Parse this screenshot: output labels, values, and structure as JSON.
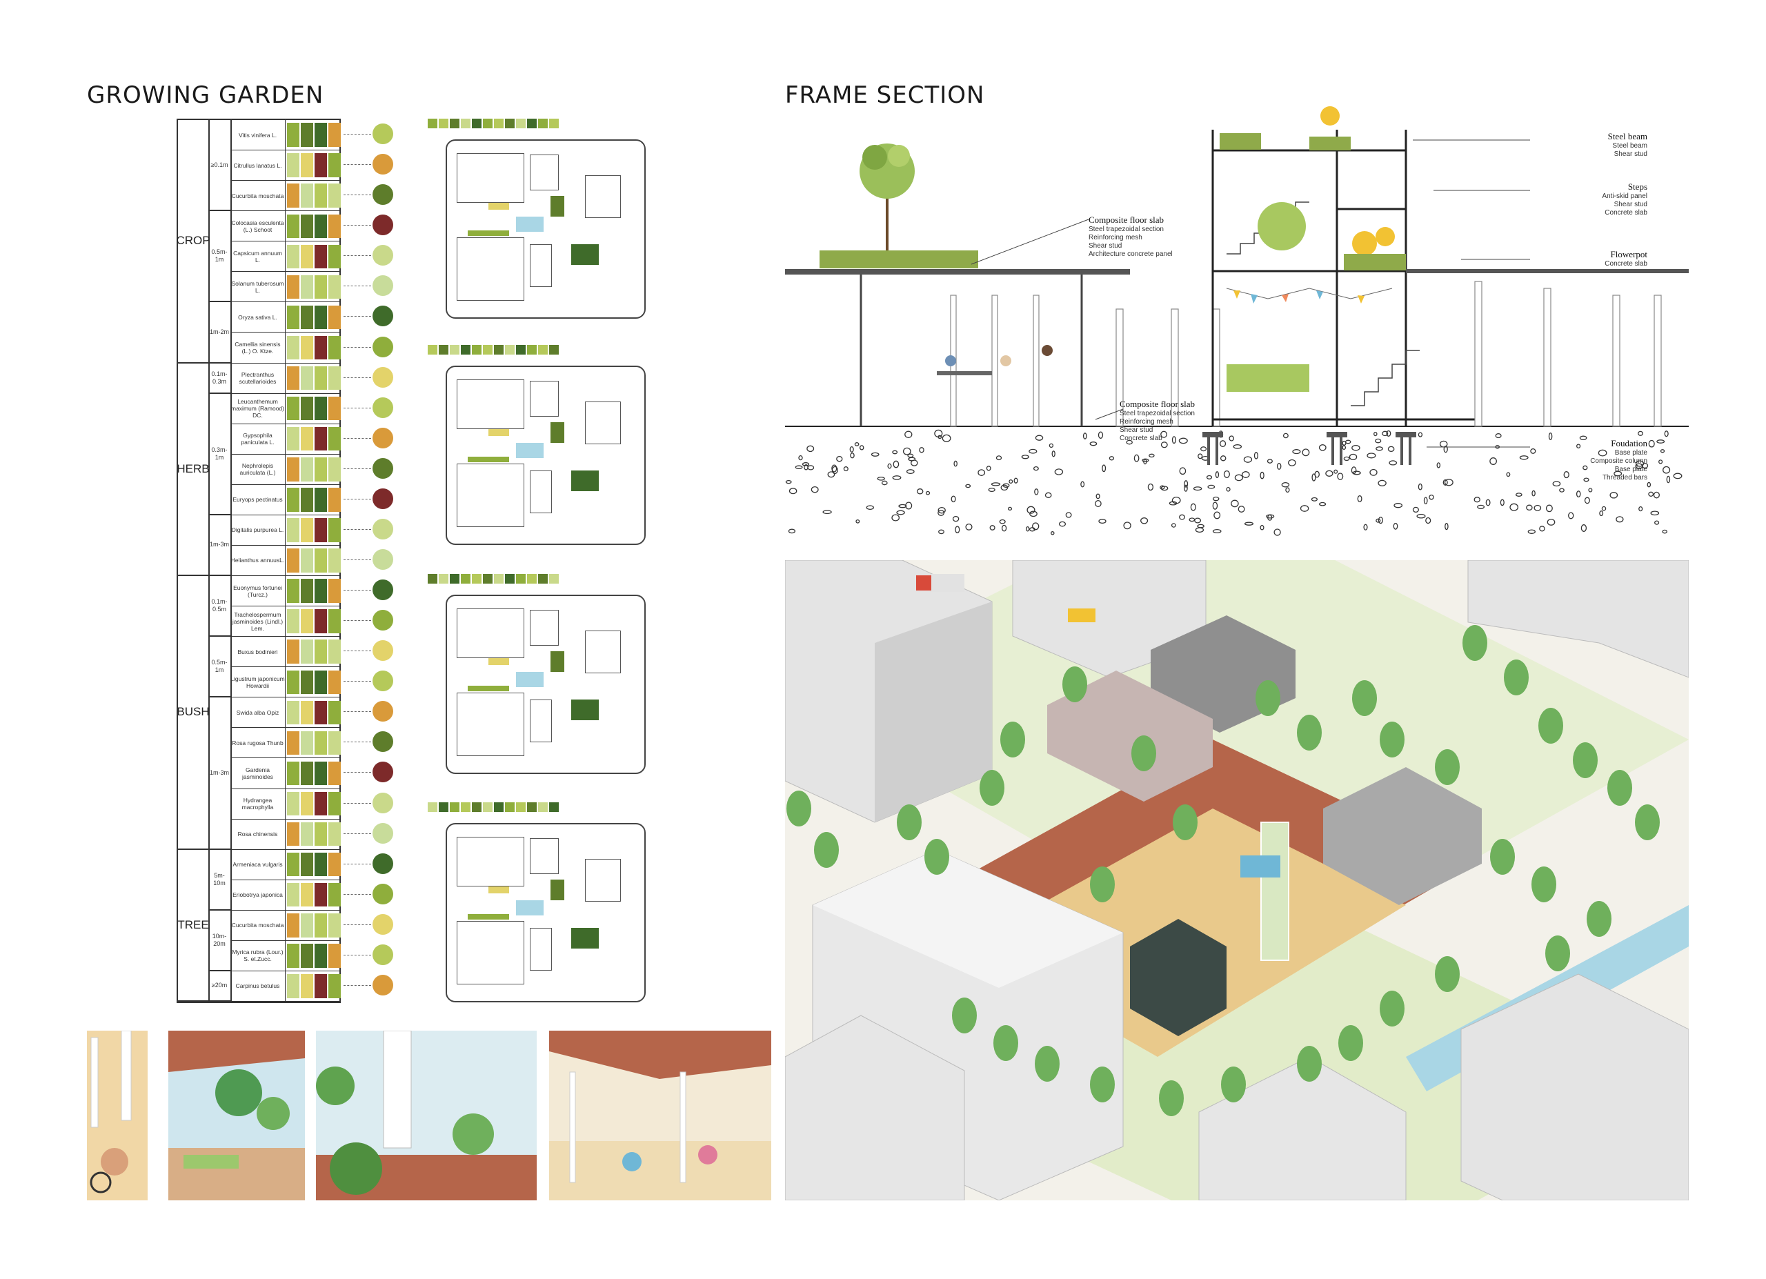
{
  "left_title": "GROWING GARDEN",
  "right_title": "FRAME SECTION",
  "plant_table": {
    "categories": [
      {
        "name": "CROP",
        "subgroups": [
          {
            "height": "≥0.1m",
            "plants": [
              "Vitis vinifera L.",
              "Citrullus lanatus L.",
              "Cucurbita moschata"
            ]
          },
          {
            "height": "0.5m-1m",
            "plants": [
              "Colocasia esculenta (L.) Schoot",
              "Capsicum annuum L.",
              "Solanum tuberosum L."
            ]
          },
          {
            "height": "1m-2m",
            "plants": [
              "Oryza sativa L.",
              "Camellia sinensis (L.) O. Ktze."
            ]
          }
        ]
      },
      {
        "name": "HERB",
        "subgroups": [
          {
            "height": "0.1m-0.3m",
            "plants": [
              "Plectranthus scutellarioides"
            ]
          },
          {
            "height": "0.3m-1m",
            "plants": [
              "Leucanthemum maximum (Ramood) DC.",
              "Gypsophila paniculata L.",
              "Nephrolepis auriculata (L.)",
              "Euryops pectinatus"
            ]
          },
          {
            "height": "1m-3m",
            "plants": [
              "Digitalis purpurea L.",
              "Helianthus annuusL."
            ]
          }
        ]
      },
      {
        "name": "BUSH",
        "subgroups": [
          {
            "height": "0.1m-0.5m",
            "plants": [
              "Euonymus fortunei (Turcz.)",
              "Trachelospermum jasminoides (Lindl.) Lem."
            ]
          },
          {
            "height": "0.5m-1m",
            "plants": [
              "Buxus bodinieri",
              "Ligustrum japonicum Howardii"
            ]
          },
          {
            "height": "1m-3m",
            "plants": [
              "Swida alba Opiz",
              "Rosa rugosa Thunb",
              "Gardenia jasminoides",
              "Hydrangea macrophylla",
              "Rosa chinensis"
            ]
          }
        ]
      },
      {
        "name": "TREE",
        "subgroups": [
          {
            "height": "5m-10m",
            "plants": [
              "Armeniaca vulgaris",
              "Eriobotrya japonica"
            ]
          },
          {
            "height": "10m-20m",
            "plants": [
              "Cucurbita moschata",
              "Myrica rubra (Lour.) S. et.Zucc."
            ]
          },
          {
            "height": "≥20m",
            "plants": [
              "Carpinus betulus"
            ]
          }
        ]
      }
    ]
  },
  "frame_section": {
    "labels": [
      {
        "title": "Composite floor slab",
        "items": [
          "Steel trapezoidal section",
          "Reinforcing mesh",
          "Shear stud",
          "Architecture concrete panel"
        ]
      },
      {
        "title": "Steel beam",
        "items": [
          "Steel beam",
          "Shear stud"
        ]
      },
      {
        "title": "Steps",
        "items": [
          "Anti-skid panel",
          "Shear stud",
          "Concrete slab"
        ]
      },
      {
        "title": "Flowerpot",
        "items": [
          "Concrete slab"
        ]
      },
      {
        "title": "Composite floor slab",
        "items": [
          "Steel trapezoidal section",
          "Reinforcing mesh",
          "Shear stud",
          "Concrete slab"
        ]
      },
      {
        "title": "Foudation",
        "items": [
          "Base plate",
          "Composite column",
          "Base plate",
          "Threaded bars"
        ]
      }
    ]
  },
  "colors": {
    "greens": [
      "#8fae3c",
      "#b5c95a",
      "#5e7d2b",
      "#c9d98a",
      "#3f6b2a"
    ],
    "terracotta": "#b5654a",
    "sand": "#e9c98b",
    "water": "#a9d6e5",
    "building": "#e4e4e4"
  }
}
